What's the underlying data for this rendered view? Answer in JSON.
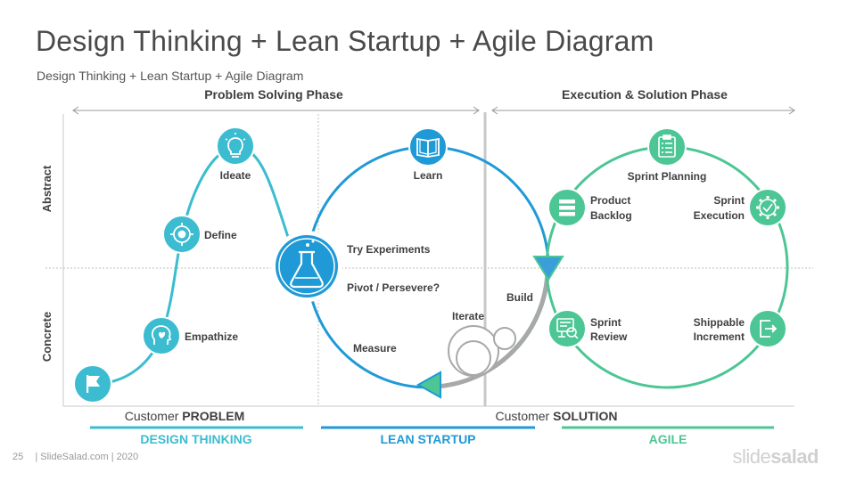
{
  "slide": {
    "title": "Design Thinking + Lean Startup +  Agile Diagram",
    "subtitle": "Design Thinking + Lean Startup +  Agile Diagram"
  },
  "phases": {
    "problem": "Problem Solving Phase",
    "execution": "Execution & Solution Phase"
  },
  "axes": {
    "upper": "Abstract",
    "lower": "Concrete"
  },
  "customer": {
    "problem_prefix": "Customer ",
    "problem_emph": "PROBLEM",
    "solution_prefix": "Customer ",
    "solution_emph": "SOLUTION"
  },
  "bands": {
    "design": "DESIGN THINKING",
    "lean": "LEAN STARTUP",
    "agile": "AGILE"
  },
  "design_thinking": {
    "start_icon": "flag-icon",
    "empathize": "Empathize",
    "define": "Define",
    "ideate": "Ideate"
  },
  "lean_startup": {
    "experiment_icon": "flask-icon",
    "learn": "Learn",
    "try_experiments": "Try Experiments",
    "pivot": "Pivot / Persevere?",
    "build": "Build",
    "iterate": "Iterate",
    "measure": "Measure"
  },
  "agile": {
    "sprint_planning": "Sprint  Planning",
    "product_backlog_1": "Product",
    "product_backlog_2": "Backlog",
    "sprint_execution_1": "Sprint",
    "sprint_execution_2": "Execution",
    "sprint_review_1": "Sprint",
    "sprint_review_2": "Review",
    "shippable_1": "Shippable",
    "shippable_2": "Increment"
  },
  "colors": {
    "design": "#3bbcd0",
    "lean": "#1f9ad6",
    "agile": "#4cc694",
    "gray": "#a8a8a8"
  },
  "footer": {
    "page": "25",
    "credit": "| SlideSalad.com | 2020",
    "brand_light": "slide",
    "brand_bold": "salad"
  }
}
